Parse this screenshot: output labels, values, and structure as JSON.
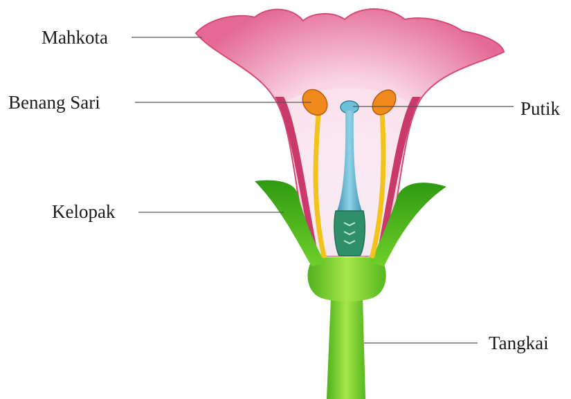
{
  "labels": {
    "corolla": "Mahkota",
    "stamen": "Benang Sari",
    "pistil": "Putik",
    "sepal": "Kelopak",
    "stalk": "Tangkai"
  },
  "colors": {
    "petal_outer": "#e0557f",
    "petal_inner": "#fbe9f0",
    "petal_edge": "#c93a6a",
    "sepal": "#3ea81c",
    "stalk": "#6fcf2a",
    "receptacle": "#7fd12e",
    "filament": "#f2c31a",
    "anther": "#f08a1e",
    "pistil": "#4aa6c2",
    "ovary": "#2f8f6a"
  }
}
